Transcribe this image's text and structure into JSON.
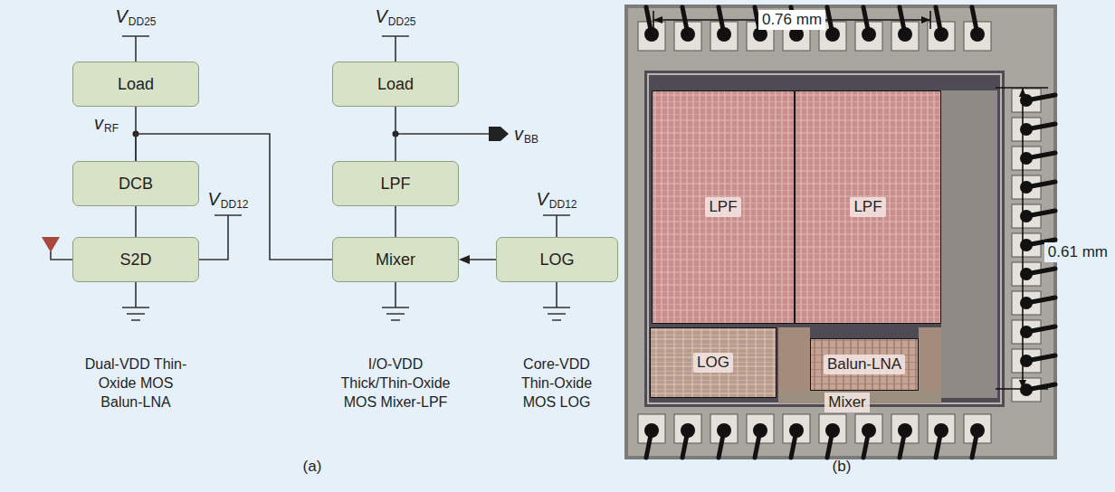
{
  "diagram": {
    "nodes": [
      {
        "text": [
          "Load"
        ]
      },
      {
        "text": [
          "DCB"
        ]
      },
      {
        "text": [
          "S2D"
        ]
      },
      {
        "text": [
          "Load"
        ]
      },
      {
        "text": [
          "LPF"
        ]
      },
      {
        "text": [
          "Mixer"
        ]
      },
      {
        "text": [
          "LOG"
        ]
      },
      {
        "text": [
          "LPF"
        ]
      },
      {
        "text": [
          "LPF"
        ]
      },
      {
        "text": [
          "LOG"
        ]
      },
      {
        "text": [
          "Balun-LNA"
        ]
      }
    ],
    "edges": [
      {
        "from": 0,
        "to": 1,
        "arrow": "none"
      },
      {
        "from": 1,
        "to": 2,
        "arrow": "none"
      },
      {
        "from": 1,
        "to": 5,
        "arrow": "none"
      },
      {
        "from": 3,
        "to": 4,
        "arrow": "none"
      },
      {
        "from": 4,
        "to": 5,
        "arrow": "none"
      },
      {
        "from": 6,
        "to": 5,
        "arrow": "to"
      }
    ],
    "labels": [
      "VDD25",
      "VDD25",
      "vRF",
      "VDD12",
      "vBB",
      "VDD12",
      "Dual-VDD Thin-Oxide MOS Balun-LNA",
      "I/O-VDD Thick/Thin-Oxide MOS Mixer-LPF",
      "Core-VDD Thin-Oxide MOS LOG",
      "(a)",
      "0.76 mm",
      "0.61 mm",
      "Mixer",
      "(b)"
    ]
  }
}
